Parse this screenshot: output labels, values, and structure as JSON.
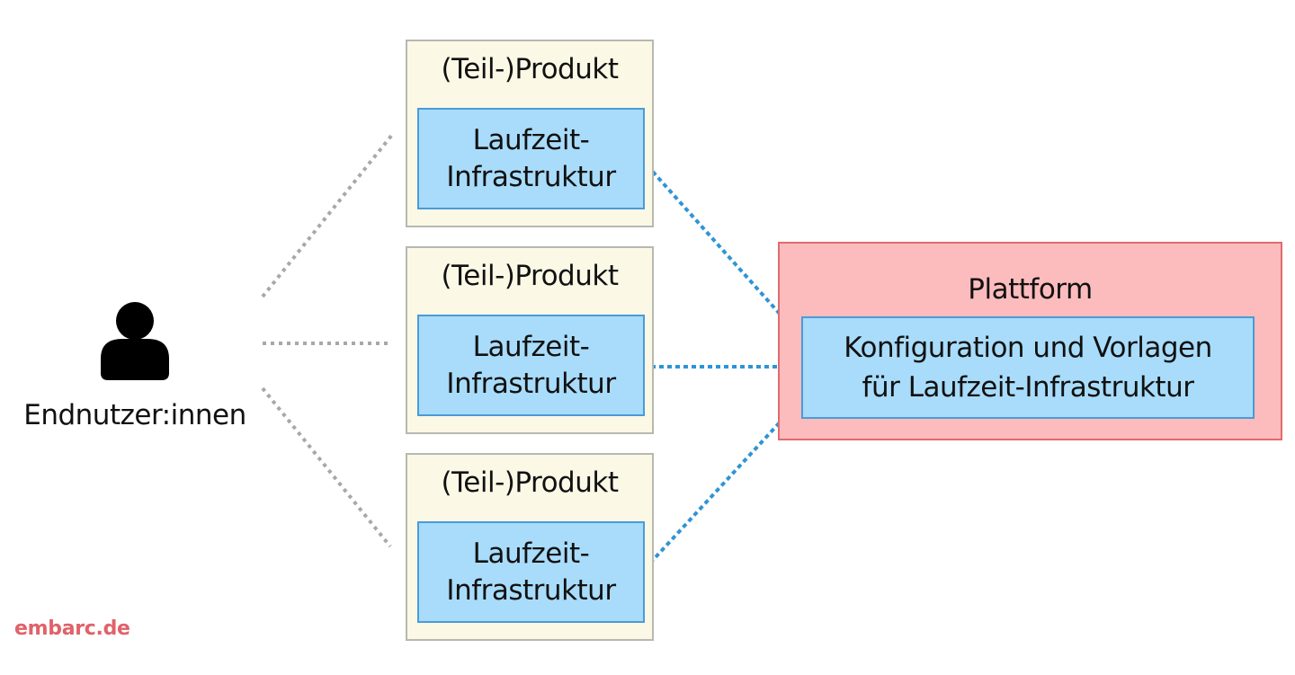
{
  "user": {
    "label": "Endnutzer:innen",
    "icon": "person-icon"
  },
  "products": [
    {
      "title": "(Teil-)Produkt",
      "runtime": [
        "Laufzeit-",
        "Infrastruktur"
      ]
    },
    {
      "title": "(Teil-)Produkt",
      "runtime": [
        "Laufzeit-",
        "Infrastruktur"
      ]
    },
    {
      "title": "(Teil-)Produkt",
      "runtime": [
        "Laufzeit-",
        "Infrastruktur"
      ]
    }
  ],
  "platform": {
    "title": "Plattform",
    "config": [
      "Konfiguration und Vorlagen",
      "für Laufzeit-Infrastruktur"
    ]
  },
  "brand": "embarc.de",
  "colors": {
    "product_fill": "#fbf8e6",
    "product_border": "#b8b8b2",
    "runtime_fill": "#a8dcfa",
    "runtime_border": "#4a9bd8",
    "platform_fill": "#fcbcbd",
    "platform_border": "#e26a6d",
    "arrow": "#2f94d6",
    "user_link": "#a8a8a8",
    "brand": "#e0626a"
  }
}
